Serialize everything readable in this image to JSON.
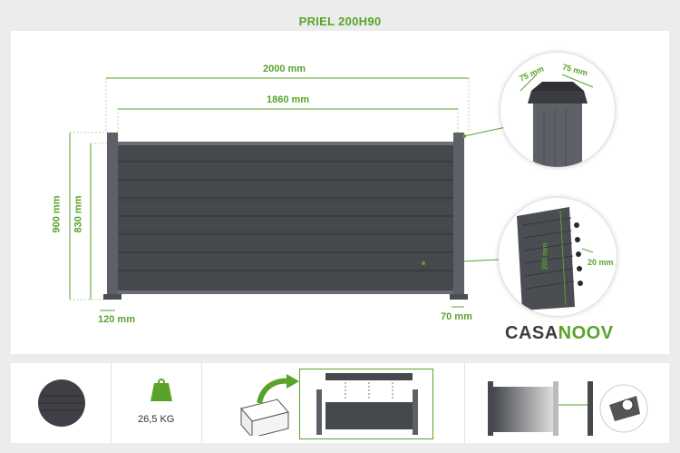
{
  "title": "PRIEL 200H90",
  "dimensions": {
    "total_width": "2000 mm",
    "panel_width": "1860 mm",
    "total_height": "900 mm",
    "panel_height": "830 mm",
    "post_base": "120 mm",
    "post_width": "70 mm",
    "cap_a": "75 mm",
    "cap_b": "75 mm",
    "board_thickness": "20 mm",
    "board_height": "200 mm"
  },
  "brand": {
    "part1": "CASA",
    "part2": "NOOV"
  },
  "features": {
    "weight": "26,5 KG"
  },
  "icons": {
    "sample": "wood-sample-icon",
    "weight": "weight-icon",
    "box": "package-box-icon",
    "assembly": "assembly-diagram-icon",
    "install": "installation-icon"
  },
  "colors": {
    "accent": "#5aa32b",
    "panel": "#4a4d52",
    "post": "#5d6167"
  }
}
